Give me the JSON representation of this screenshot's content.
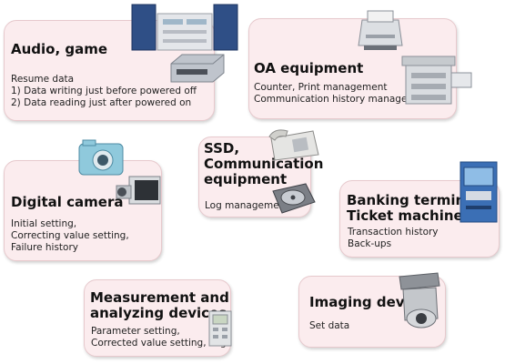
{
  "cards": [
    {
      "title": "Audio, game",
      "lines": [
        "Resume data",
        "1) Data writing just before powered off",
        "2) Data reading just after powered on"
      ],
      "icons": [
        "audio-system-icon",
        "game-console-icon"
      ]
    },
    {
      "title": "OA equipment",
      "lines": [
        "Counter, Print management",
        "Communication history management"
      ],
      "icons": [
        "printer-icon",
        "copier-icon"
      ]
    },
    {
      "title_lines": [
        "SSD,",
        "Communication",
        "equipment"
      ],
      "lines": [
        "Log management"
      ],
      "icons": [
        "telephone-icon",
        "hard-disk-icon"
      ]
    },
    {
      "title": "Digital camera",
      "lines": [
        "Initial setting,",
        "Correcting value setting,",
        "Failure history"
      ],
      "icons": [
        "digital-camera-icon",
        "video-camera-icon"
      ]
    },
    {
      "title_lines": [
        "Banking terminal,",
        "Ticket machine"
      ],
      "lines": [
        "Transaction history",
        "Back-ups"
      ],
      "icons": [
        "atm-terminal-icon"
      ]
    },
    {
      "title_lines": [
        "Measurement and",
        "analyzing devices"
      ],
      "lines": [
        "Parameter setting,",
        "Corrected value setting, Log"
      ],
      "icons": [
        "measurement-device-icon"
      ]
    },
    {
      "title": "Imaging device",
      "lines": [
        "Set data"
      ],
      "icons": [
        "surveillance-camera-icon"
      ]
    }
  ]
}
